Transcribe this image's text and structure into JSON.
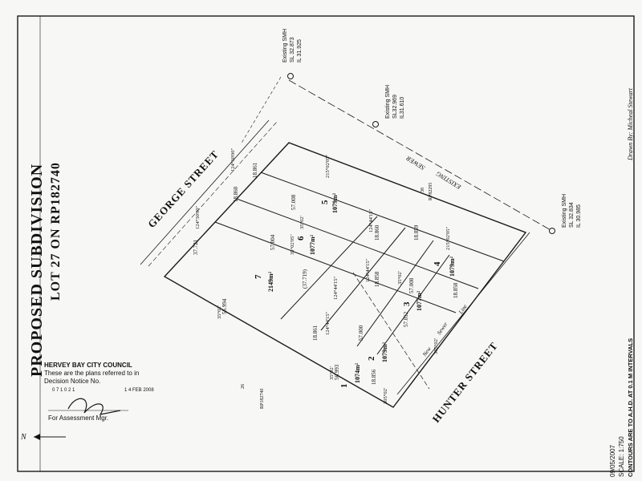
{
  "title": {
    "line1": "PROPOSED SUBDIVISION",
    "line2": "LOT 27 ON RP182740"
  },
  "streets": {
    "george": "GEORGE STREET",
    "hunter": "HUNTER STREET"
  },
  "drawn_by": "Drawn By: Micheal Stewart",
  "smh": [
    {
      "label": "Existing SMH",
      "sl": "SL 32.873",
      "il": "IL 31.925"
    },
    {
      "label": "Existing SMH",
      "sl": "SL32.969",
      "il": "IL31.610"
    },
    {
      "label": "Existing SMH",
      "sl": "SL 32.834",
      "il": "IL 30.985"
    }
  ],
  "sewer": {
    "existing": "EXISTING",
    "sewer": "SEWER",
    "new": "New",
    "new_sewer": "Sewer",
    "line": "Line"
  },
  "lots": [
    {
      "num": "1",
      "area": "1074m²"
    },
    {
      "num": "2",
      "area": "1079m²"
    },
    {
      "num": "3",
      "area": "1077m²"
    },
    {
      "num": "4",
      "area": "1079m²"
    },
    {
      "num": "5",
      "area": "1079m²"
    },
    {
      "num": "6",
      "area": "1077m²"
    },
    {
      "num": "7",
      "area": "2149m²"
    }
  ],
  "dimensions": {
    "d1": "37.721",
    "d2": "18.860",
    "d3": "18.861",
    "d4": "18.859",
    "d5": "18.858",
    "d6": "18.860",
    "d7": "18.856",
    "d8": "18.861",
    "d9": "(37.719)",
    "d10": "57.000",
    "d11": "57.012",
    "d12": "57.008",
    "d13": "57.004",
    "d14": "57.008",
    "d15": "56.994",
    "d16": "56.993",
    "d17": "18.858",
    "b1": "124°30'00\"",
    "b2": "124°44'15\"",
    "b3": "124°44'15\"",
    "b4": "124°44'15\"",
    "b5": "124°44'15\"",
    "b6": "124°30'00\"",
    "b7": "35°02'",
    "b8": "305°02'",
    "b9": "305°02'",
    "b10": "215°02'05\"",
    "b11": "215°02'05\"",
    "b12": "35°02'",
    "b13": "35°02'",
    "b14": "35°02'05\"",
    "b15": "35°02'"
  },
  "lot_refs": {
    "lot26": "26",
    "rp26": "RP182740",
    "lot38": "38",
    "rp38": "RP82295"
  },
  "council": {
    "name": "HERVEY BAY CITY COUNCIL",
    "line1": "These are the plans referred to in",
    "line2": "Decision Notice No.",
    "notice_no": "0 7 1 0 2 1",
    "date": "1 4 FEB 2008",
    "for": "For Assessment Mgr."
  },
  "footer": {
    "date": "09/05/2007",
    "scale": "SCALE: 1:750",
    "contours": "CONTOURS ARE TO A.H.D. AT 0.1 M INTERVALS"
  },
  "north": "N"
}
